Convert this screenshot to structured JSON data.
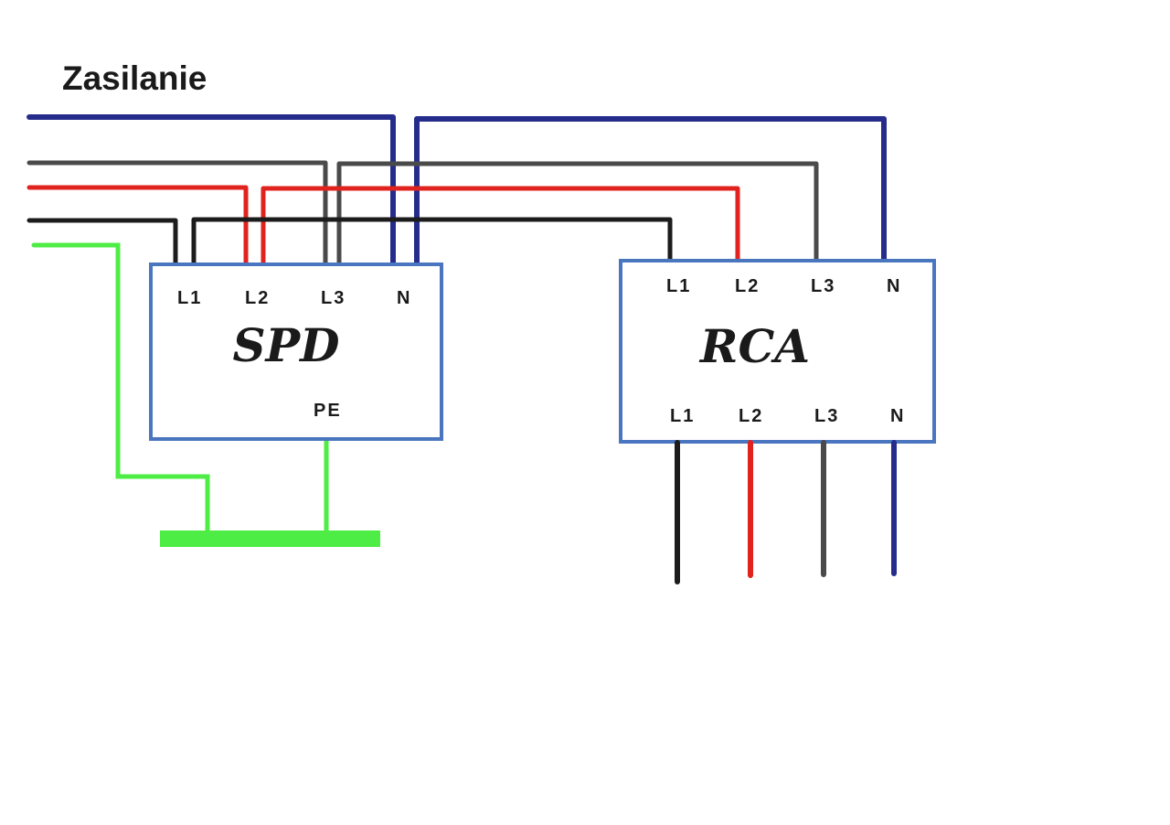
{
  "title": "Zasilanie",
  "colors": {
    "L1": "#1c1c1c",
    "L2": "#e0231e",
    "L3": "#4a4a4a",
    "N": "#262c8c",
    "PE": "#4ded45",
    "box_border": "#4a76bf"
  },
  "spd": {
    "label": "SPD",
    "terminals": [
      "L1",
      "L2",
      "L3",
      "N"
    ],
    "pe_label": "PE"
  },
  "rca": {
    "label": "RCA",
    "inputs": [
      "L1",
      "L2",
      "L3",
      "N"
    ],
    "outputs": [
      "L1",
      "L2",
      "L3",
      "N"
    ]
  }
}
